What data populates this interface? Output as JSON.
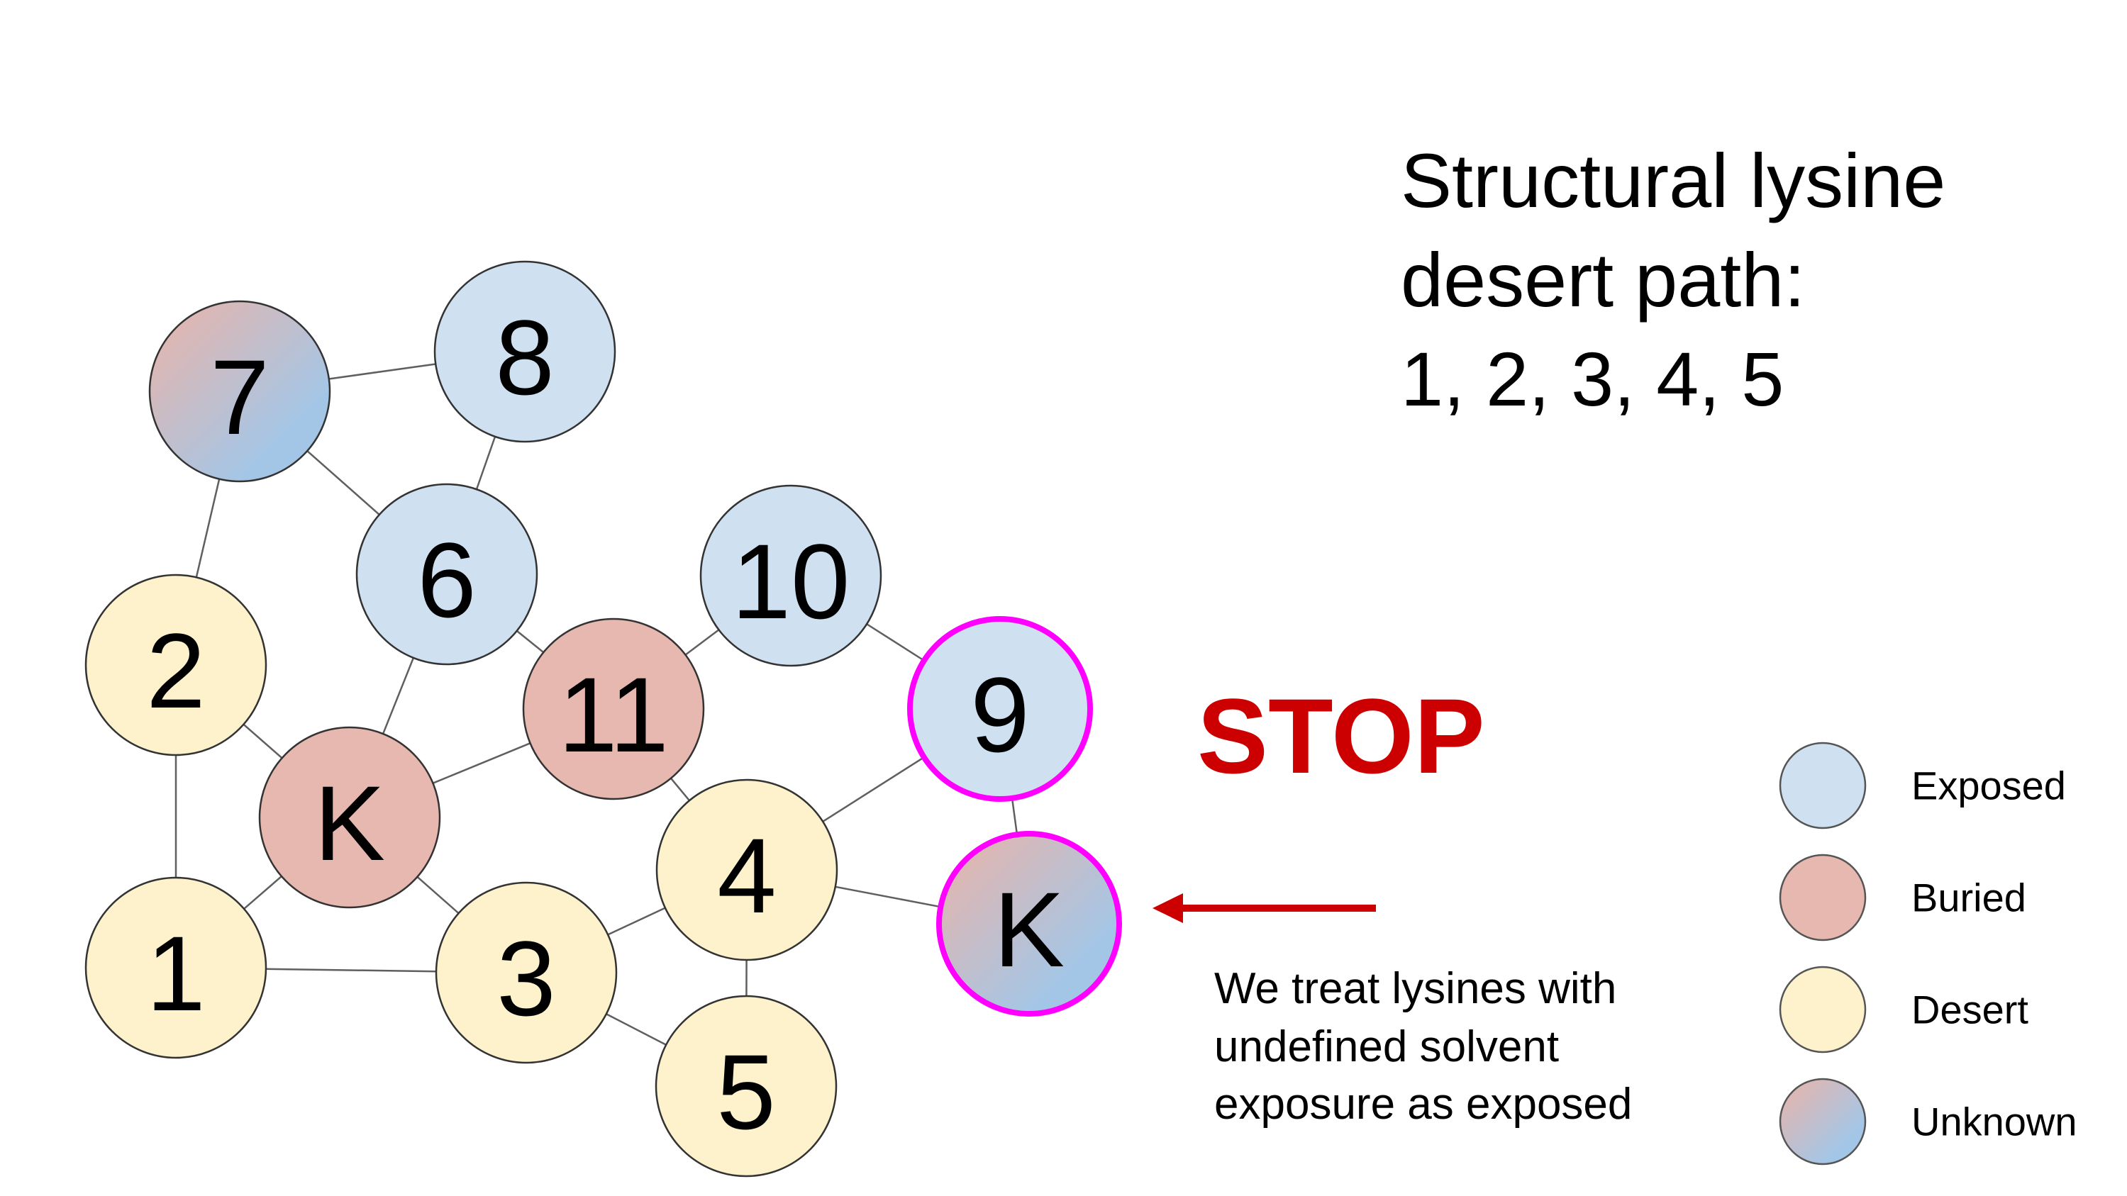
{
  "title": {
    "lines": [
      "Structural lysine",
      "desert path:",
      "1, 2, 3, 4, 5"
    ]
  },
  "stop_label": "STOP",
  "note": {
    "lines": [
      "We treat lysines with",
      "undefined solvent",
      "exposure as exposed"
    ]
  },
  "colors": {
    "exposed": "#cfe0f1",
    "buried": "#e6b8af",
    "desert": "#fdf2cc",
    "unknown_start": "#ddb7b4",
    "unknown_end": "#a4c6e6",
    "highlight": "#ff00ff",
    "arrow": "#cc0000"
  },
  "legend": [
    {
      "label": "Exposed",
      "category": "exposed"
    },
    {
      "label": "Buried",
      "category": "buried"
    },
    {
      "label": "Desert",
      "category": "desert"
    },
    {
      "label": "Unknown",
      "category": "unknown"
    }
  ],
  "nodes": [
    {
      "id": "n7",
      "label": "7",
      "category": "unknown",
      "highlight": false
    },
    {
      "id": "n8",
      "label": "8",
      "category": "exposed",
      "highlight": false
    },
    {
      "id": "n6",
      "label": "6",
      "category": "exposed",
      "highlight": false
    },
    {
      "id": "n10",
      "label": "10",
      "category": "exposed",
      "highlight": false
    },
    {
      "id": "n2",
      "label": "2",
      "category": "desert",
      "highlight": false
    },
    {
      "id": "n11",
      "label": "11",
      "category": "buried",
      "highlight": false
    },
    {
      "id": "n9",
      "label": "9",
      "category": "exposed",
      "highlight": true
    },
    {
      "id": "kburied",
      "label": "K",
      "category": "buried",
      "highlight": false
    },
    {
      "id": "n4",
      "label": "4",
      "category": "desert",
      "highlight": false
    },
    {
      "id": "kunknown",
      "label": "K",
      "category": "unknown",
      "highlight": true
    },
    {
      "id": "n1",
      "label": "1",
      "category": "desert",
      "highlight": false
    },
    {
      "id": "n3",
      "label": "3",
      "category": "desert",
      "highlight": false
    },
    {
      "id": "n5",
      "label": "5",
      "category": "desert",
      "highlight": false
    }
  ],
  "edges": [
    [
      "n7",
      "n8"
    ],
    [
      "n7",
      "n6"
    ],
    [
      "n7",
      "n2"
    ],
    [
      "n8",
      "n6"
    ],
    [
      "n6",
      "n11"
    ],
    [
      "n6",
      "kburied"
    ],
    [
      "n10",
      "n11"
    ],
    [
      "n10",
      "n9"
    ],
    [
      "n2",
      "kburied"
    ],
    [
      "n2",
      "n1"
    ],
    [
      "n11",
      "kburied"
    ],
    [
      "n11",
      "n4"
    ],
    [
      "n9",
      "n4"
    ],
    [
      "n9",
      "kunknown"
    ],
    [
      "kburied",
      "n1"
    ],
    [
      "kburied",
      "n3"
    ],
    [
      "n4",
      "kunknown"
    ],
    [
      "n4",
      "n3"
    ],
    [
      "n4",
      "n5"
    ],
    [
      "n1",
      "n3"
    ],
    [
      "n3",
      "n5"
    ]
  ]
}
